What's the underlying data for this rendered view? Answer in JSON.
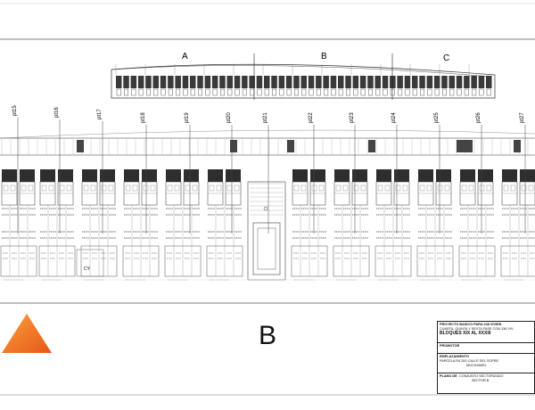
{
  "document": {
    "section_letter": "B",
    "key_plan_labels": [
      "A",
      "B",
      "C"
    ],
    "pillars": [
      "pt15",
      "pt16",
      "pt17",
      "pt18",
      "pt19",
      "pt20",
      "pt21",
      "pt22",
      "pt23",
      "pt24",
      "pt25",
      "pt26",
      "pt27"
    ],
    "cy_label": "CY",
    "title_block": {
      "project_line": "PROYECTO  BASICO PARA 248 VIVIEN",
      "desc_line": "CUARTA, QUINTA Y SEXTA FASE CON 136 VIV.",
      "blocks_line": "BLOQUES  XIX  AL  XXXIII",
      "promoter_label": "PROMOTOR",
      "location_label": "EMPLAZAMIENTO",
      "location_line1": "PARCELA  R4 200   CALLE DEL SOFRE",
      "location_line2": "MUCHAMIEL",
      "plan_label": "PLANO DE",
      "plan_line1": "CONJUNTO SECTORIZADO",
      "plan_line2": "SECTOR B"
    },
    "logo_color": "#f07a1e"
  }
}
